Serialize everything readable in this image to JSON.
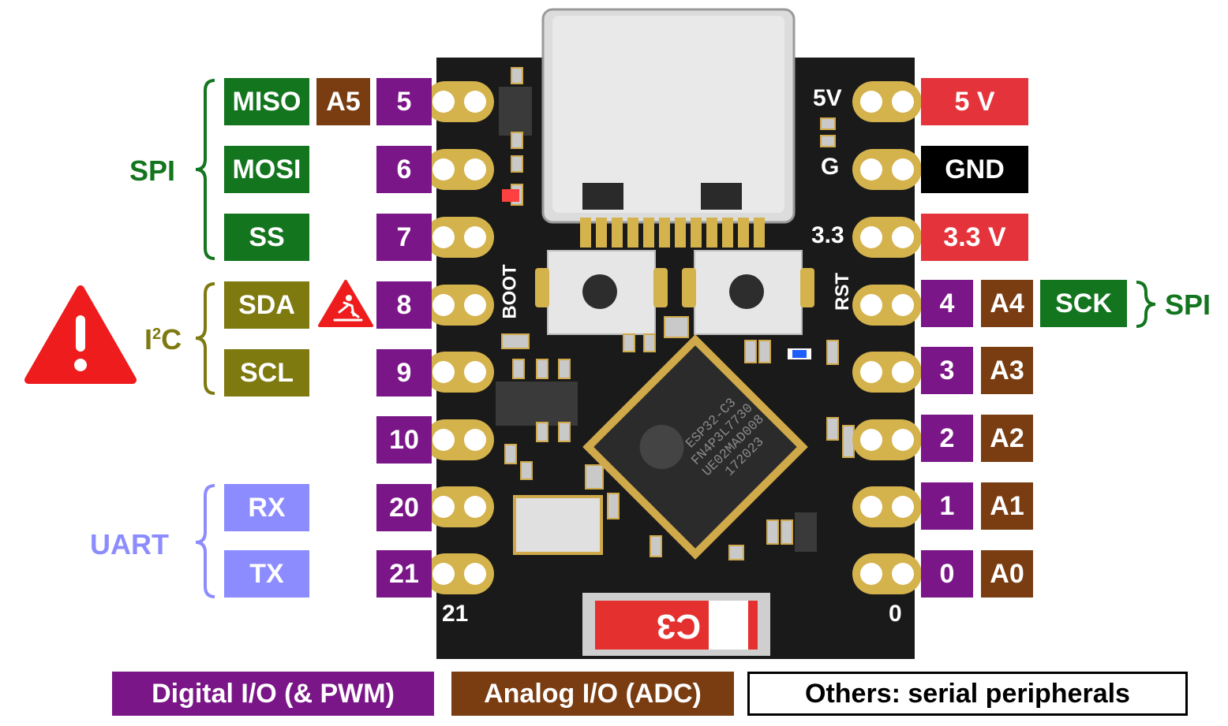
{
  "left_pins": [
    {
      "num": "5",
      "analog": "A5",
      "func": "MISO"
    },
    {
      "num": "6",
      "func": "MOSI"
    },
    {
      "num": "7",
      "func": "SS"
    },
    {
      "num": "8",
      "func": "SDA"
    },
    {
      "num": "9",
      "func": "SCL"
    },
    {
      "num": "10"
    },
    {
      "num": "20",
      "func": "RX"
    },
    {
      "num": "21",
      "func": "TX"
    }
  ],
  "right_pins": [
    {
      "power": "5 V",
      "silk": "5V"
    },
    {
      "power": "GND",
      "silk": "G"
    },
    {
      "power": "3.3 V",
      "silk": "3.3"
    },
    {
      "num": "4",
      "analog": "A4",
      "func": "SCK"
    },
    {
      "num": "3",
      "analog": "A3"
    },
    {
      "num": "2",
      "analog": "A2"
    },
    {
      "num": "1",
      "analog": "A1"
    },
    {
      "num": "0",
      "analog": "A0"
    }
  ],
  "groups": {
    "spi_left": "SPI",
    "i2c": "I",
    "i2c_sup": "2",
    "i2c_tail": "C",
    "uart": "UART",
    "spi_right": "SPI"
  },
  "board": {
    "boot": "BOOT",
    "rst": "RST",
    "pin21": "21",
    "pin0": "0",
    "antenna": "C3",
    "chip_lines": [
      "ESP32-C3",
      "FN4P3L7730",
      "UE02MAD008",
      "172023"
    ]
  },
  "legend": {
    "digital": "Digital I/O (& PWM)",
    "analog": "Analog I/O (ADC)",
    "others": "Others: serial peripherals"
  },
  "colors": {
    "spi": "#13751e",
    "i2c": "#7e7a10",
    "uart": "#8c8cff",
    "digital": "#7a1688",
    "analog": "#7a3d12",
    "power": "#e5333b",
    "warning": "#ee1c1c",
    "board": "#1a1a1a",
    "pad": "#d4b24c"
  },
  "icons": {
    "warning": "warning-triangle-icon",
    "hazard": "slip-hazard-icon"
  }
}
